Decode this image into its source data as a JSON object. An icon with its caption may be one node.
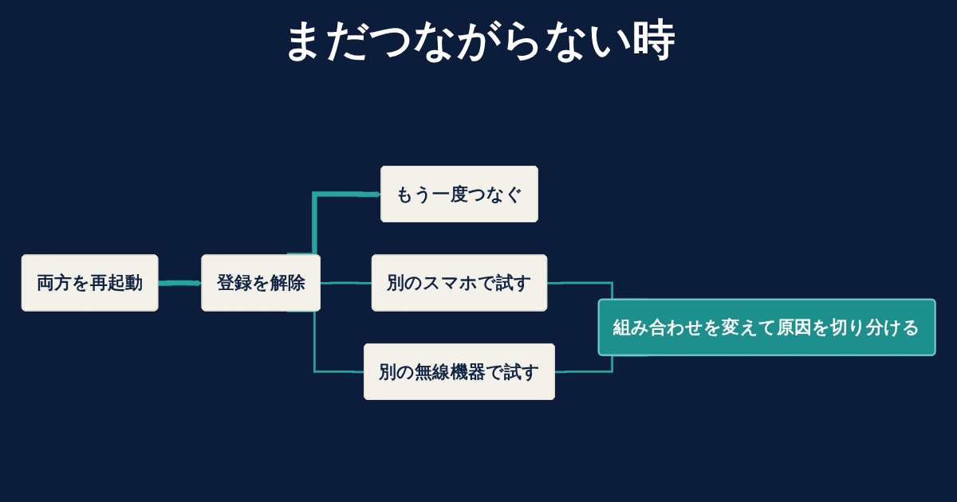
{
  "diagram": {
    "title": "まだつながらない時",
    "nodes": [
      {
        "text": [
          "両方を再起動"
        ]
      },
      {
        "text": [
          "登録を解除"
        ]
      },
      {
        "text": [
          "もう一度つなぐ"
        ]
      },
      {
        "text": [
          "別のスマホで試す"
        ]
      },
      {
        "text": [
          "別の無線機器で試す"
        ]
      },
      {
        "text": [
          "組み合わせを変えて原因を切り分ける"
        ]
      }
    ],
    "edges": [
      {
        "from": 0,
        "to": 1,
        "arrow": "to",
        "style": "thick"
      },
      {
        "from": 1,
        "to": 2,
        "arrow": "to",
        "style": "thick"
      },
      {
        "from": 1,
        "to": 3,
        "arrow": "none"
      },
      {
        "from": 1,
        "to": 4,
        "arrow": "none"
      },
      {
        "from": 3,
        "to": 5,
        "arrow": "none"
      },
      {
        "from": 4,
        "to": 5,
        "arrow": "none"
      }
    ]
  }
}
